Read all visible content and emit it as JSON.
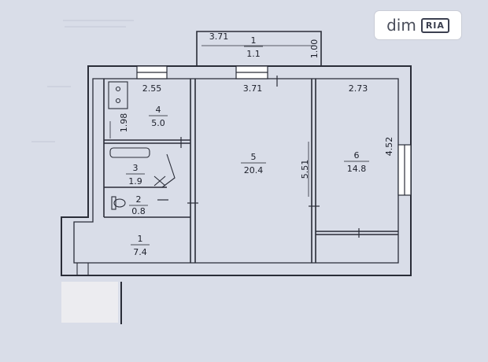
{
  "watermark": {
    "brand": "dim",
    "badge": "RIA"
  },
  "rooms": [
    {
      "id": "balcony",
      "number": "1",
      "area": "1.1"
    },
    {
      "id": "kitchen",
      "number": "4",
      "area": "5.0"
    },
    {
      "id": "bath",
      "number": "3",
      "area": "1.9"
    },
    {
      "id": "wc",
      "number": "2",
      "area": "0.8"
    },
    {
      "id": "hall",
      "number": "1",
      "area": "7.4"
    },
    {
      "id": "living",
      "number": "5",
      "area": "20.4"
    },
    {
      "id": "bedroom",
      "number": "6",
      "area": "14.8"
    }
  ],
  "dimensions": {
    "balcony_width": "3.71",
    "balcony_depth": "1.00",
    "kitchen_width": "2.55",
    "kitchen_depth": "1.98",
    "living_width": "3.71",
    "living_depth": "5.51",
    "bedroom_width": "2.73",
    "bedroom_depth": "4.52"
  },
  "colors": {
    "paper": "#d7dbe6",
    "ink": "#1c1f2a"
  }
}
